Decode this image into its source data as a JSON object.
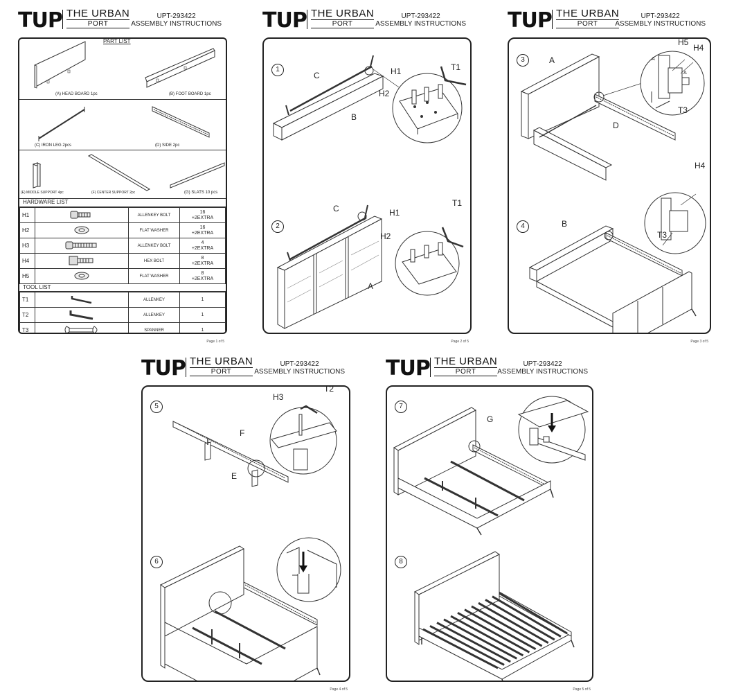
{
  "brand": {
    "logo": "TUP",
    "line1": "THE URBAN",
    "line2": "PORT"
  },
  "doc": {
    "code": "UPT-293422",
    "title": "ASSEMBLY INSTRUCTIONS"
  },
  "page1": {
    "part_list_title": "PART LIST",
    "parts": {
      "a": "(A)   HEAD BOARD  1pc",
      "b": "(B)  FOOT BOARD  1pc",
      "c": "(C)  IRON LEG  2pcs",
      "d": "(D)  SIDE  2pc",
      "e": "(E)  MIDDLE SUPPORT  4pc",
      "f": "(F)   CENTER SUPPORT  2pc",
      "g": "(G)  SLATS  10 pcs"
    },
    "hardware_title": "HARDWARE LIST",
    "hardware": [
      {
        "code": "H1",
        "name": "ALLENKEY  BOLT",
        "qty1": "16",
        "qty2": "+2EXTRA",
        "icon": "allen-bolt-short"
      },
      {
        "code": "H2",
        "name": "FLAT WASHER",
        "qty1": "16",
        "qty2": "+2EXTRA",
        "icon": "washer"
      },
      {
        "code": "H3",
        "name": "ALLENKEY BOLT",
        "qty1": "4",
        "qty2": "+2EXTRA",
        "icon": "allen-bolt-long"
      },
      {
        "code": "H4",
        "name": "HEX BOLT",
        "qty1": "8",
        "qty2": "+2EXTRA",
        "icon": "hex-bolt"
      },
      {
        "code": "H5",
        "name": "FLAT WASHER",
        "qty1": "8",
        "qty2": "+2EXTRA",
        "icon": "washer"
      }
    ],
    "tool_title": "TOOL LIST",
    "tools": [
      {
        "code": "T1",
        "name": "ALLENKEY",
        "qty": "1",
        "icon": "allen-key-small"
      },
      {
        "code": "T2",
        "name": "ALLENKEY",
        "qty": "1",
        "icon": "allen-key-large"
      },
      {
        "code": "T3",
        "name": "SPANNER",
        "qty": "1",
        "icon": "spanner"
      }
    ],
    "page_num": "Page 1 of 5"
  },
  "page2": {
    "steps": [
      "1",
      "2"
    ],
    "labels": {
      "c1": "C",
      "b": "B",
      "h1a": "H1",
      "h2a": "H2",
      "t1a": "T1",
      "c2": "C",
      "h1b": "H1",
      "h2b": "H2",
      "t1b": "T1",
      "a": "A"
    },
    "page_num": "Page 2 of 5"
  },
  "page3": {
    "steps": [
      "3",
      "4"
    ],
    "labels": {
      "a": "A",
      "d": "D",
      "h5": "H5",
      "h4a": "H4",
      "t3a": "T3",
      "b": "B",
      "h4b": "H4",
      "t3b": "T3",
      "a_small1": "A",
      "a_small2": "A"
    },
    "page_num": "Page 3 of 5"
  },
  "page4": {
    "steps": [
      "5",
      "6"
    ],
    "labels": {
      "h3": "H3",
      "t2": "T2",
      "f": "F",
      "e": "E"
    },
    "page_num": "Page 4 of 5"
  },
  "page5": {
    "steps": [
      "7",
      "8"
    ],
    "labels": {
      "g": "G"
    },
    "page_num": "Page 5 of 5"
  }
}
